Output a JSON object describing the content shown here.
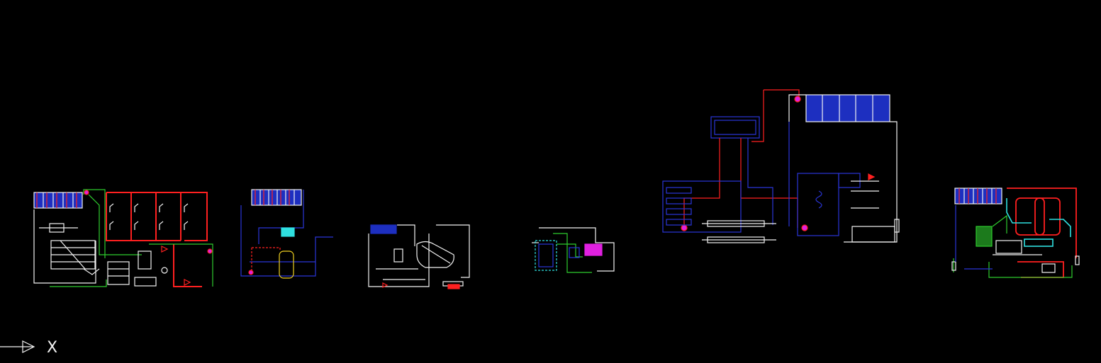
{
  "canvas": {
    "background": "#000000",
    "colors": {
      "red": "#ff2020",
      "blue": "#2a35d8",
      "green": "#2ecc2e",
      "white": "#f2f2f2",
      "cyan": "#2fe0e0",
      "magenta": "#e020e0",
      "panel_fill": "#1d2fc0"
    }
  },
  "ucs": {
    "axis_label": "X",
    "icon": "ucs-x-axis-arrow-icon"
  },
  "drawings": [
    {
      "id": "drawing-1",
      "panel_count": 5
    },
    {
      "id": "drawing-2",
      "panel_count": 6
    },
    {
      "id": "drawing-3",
      "panel_count": 0
    },
    {
      "id": "drawing-4",
      "panel_count": 0
    },
    {
      "id": "drawing-5",
      "panel_count": 5
    },
    {
      "id": "drawing-6",
      "panel_count": 5
    }
  ]
}
